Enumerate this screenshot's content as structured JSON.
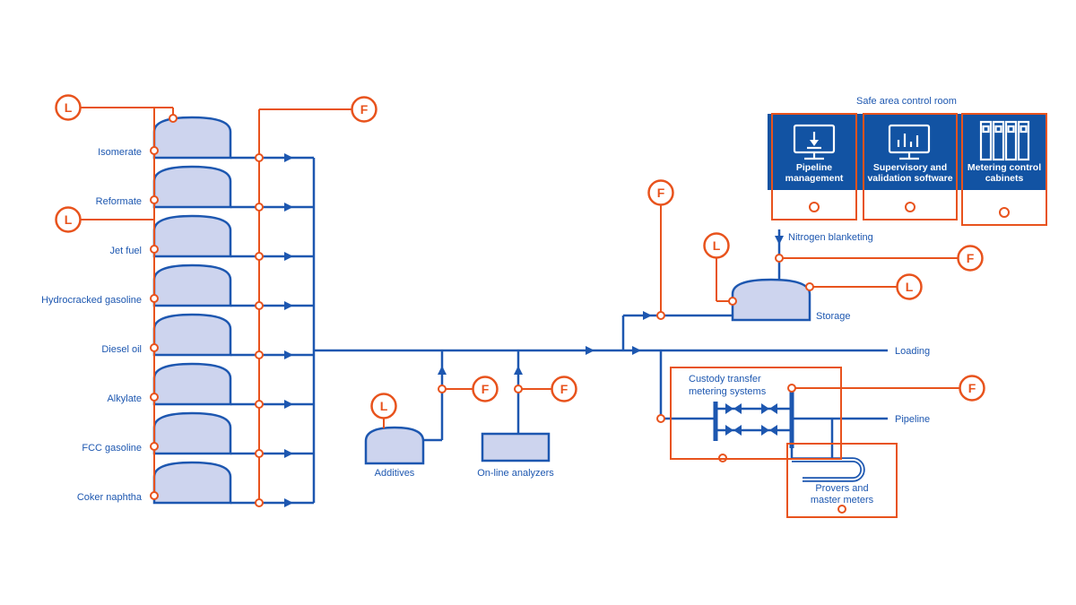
{
  "colors": {
    "blue": "#1d57b0",
    "orange": "#e8531d",
    "tank_fill": "#cdd4ee",
    "control_room_fill": "#1253a3"
  },
  "instruments": {
    "level": "L",
    "flow": "F"
  },
  "tanks": [
    {
      "label": "Isomerate"
    },
    {
      "label": "Reformate"
    },
    {
      "label": "Jet fuel"
    },
    {
      "label": "Hydrocracked gasoline"
    },
    {
      "label": "Diesel oil"
    },
    {
      "label": "Alkylate"
    },
    {
      "label": "FCC gasoline"
    },
    {
      "label": "Coker naphtha"
    }
  ],
  "labels": {
    "additives": "Additives",
    "online_analyzers": "On-line analyzers",
    "storage": "Storage",
    "nitrogen_blanketing": "Nitrogen blanketing",
    "loading": "Loading",
    "pipeline": "Pipeline",
    "custody": {
      "line1": "Custody transfer",
      "line2": "metering systems"
    },
    "provers": {
      "line1": "Provers and",
      "line2": "master meters"
    }
  },
  "control_room": {
    "title": "Safe area control room",
    "panels": [
      {
        "line1": "Pipeline",
        "line2": "management",
        "icon": "monitor-download-icon"
      },
      {
        "line1": "Supervisory and",
        "line2": "validation software",
        "icon": "monitor-chart-icon"
      },
      {
        "line1": "Metering control",
        "line2": "cabinets",
        "icon": "server-cabinets-icon"
      }
    ]
  }
}
